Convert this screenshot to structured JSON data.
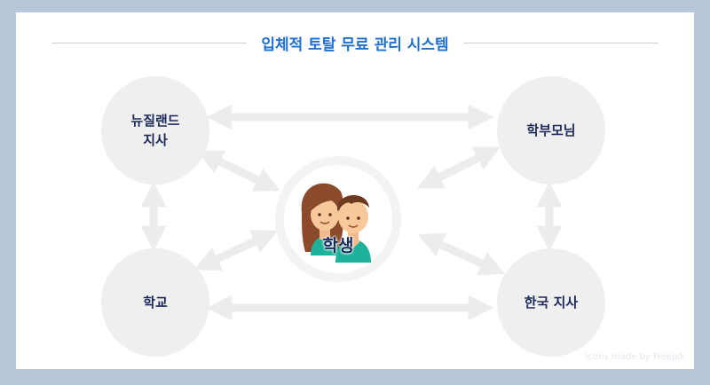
{
  "title": "입체적 토탈 무료 관리 시스템",
  "nodes": {
    "nz_branch": {
      "line1": "뉴질랜드",
      "line2": "지사"
    },
    "parents": {
      "label": "학부모님"
    },
    "school": {
      "label": "학교"
    },
    "korea_branch": {
      "label": "한국 지사"
    },
    "student": {
      "label": "학생"
    }
  },
  "credit": "Icons made by Freepik",
  "colors": {
    "background": "#b7c7d9",
    "title": "#1f6fd1",
    "node_fill": "#efefef",
    "label": "#1b2a5a",
    "arrow": "#ececec",
    "girl_hair": "#8a4a2b",
    "boy_hair": "#6b3a1f",
    "skin": "#f7c99a",
    "shirt": "#1fb29a"
  },
  "icons": [
    "student-girl-icon",
    "student-boy-icon",
    "double-arrow-icon"
  ]
}
